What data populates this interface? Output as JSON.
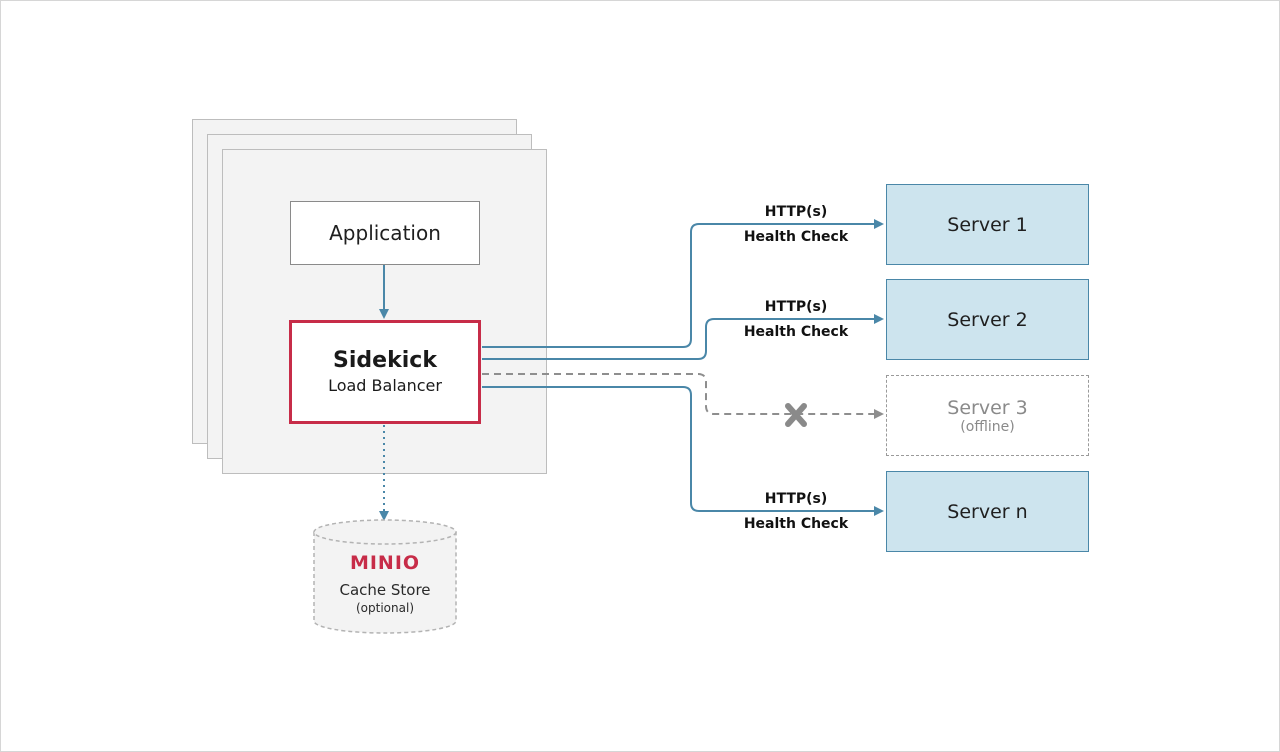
{
  "application": {
    "label": "Application"
  },
  "load_balancer": {
    "title": "Sidekick",
    "subtitle": "Load Balancer"
  },
  "servers": [
    {
      "name": "Server 1",
      "edge_protocol": "HTTP(s)",
      "edge_check": "Health Check"
    },
    {
      "name": "Server 2",
      "edge_protocol": "HTTP(s)",
      "edge_check": "Health Check"
    },
    {
      "name": "Server 3",
      "status": "(offline)"
    },
    {
      "name": "Server n",
      "edge_protocol": "HTTP(s)",
      "edge_check": "Health Check"
    }
  ],
  "cache": {
    "logo_text": "MINIO",
    "label": "Cache Store",
    "note": "(optional)"
  },
  "colors": {
    "sidekick_border": "#c72c48",
    "connection_line": "#4a87a8",
    "server_fill": "#cde4ee",
    "offline_line": "#9a9a9a",
    "minio_brand": "#c72c48"
  },
  "icons": {
    "offline_marker": "x-mark-icon"
  }
}
